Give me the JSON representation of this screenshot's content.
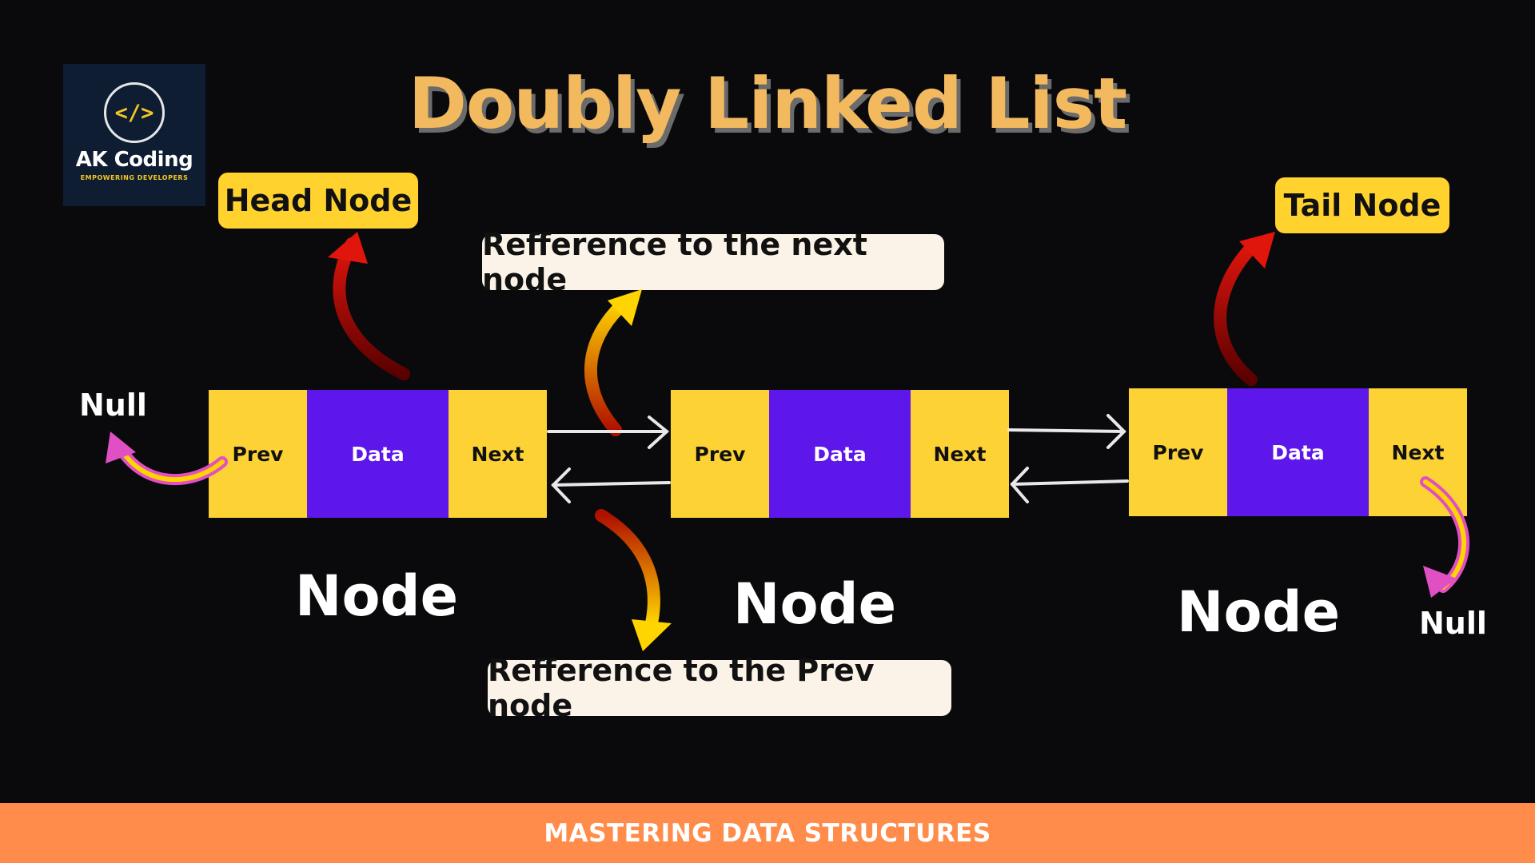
{
  "logo": {
    "symbol": "</>",
    "brand": "AK Coding",
    "tagline": "EMPOWERING DEVELOPERS"
  },
  "title": "Doubly Linked List",
  "labels": {
    "head": "Head Node",
    "tail": "Tail Node",
    "next_ref": "Refference to the next node",
    "prev_ref": "Refference to the Prev node",
    "null_left": "Null",
    "null_right": "Null"
  },
  "nodes": [
    {
      "prev": "Prev",
      "data": "Data",
      "next": "Next",
      "caption": "Node"
    },
    {
      "prev": "Prev",
      "data": "Data",
      "next": "Next",
      "caption": "Node"
    },
    {
      "prev": "Prev",
      "data": "Data",
      "next": "Next",
      "caption": "Node"
    }
  ],
  "footer": "MASTERING DATA STRUCTURES",
  "colors": {
    "background": "#0a0a0c",
    "title": "#f3b95e",
    "pointer_cell": "#fdd235",
    "data_cell": "#5d17ea",
    "label_pill": "#ffd22e",
    "callout": "#fbf3e8",
    "footer": "#ff8c4a",
    "head_tail_arrow": "#d0100a",
    "reference_arrow": "#f0b800",
    "null_arrow": "#e04fc4"
  }
}
